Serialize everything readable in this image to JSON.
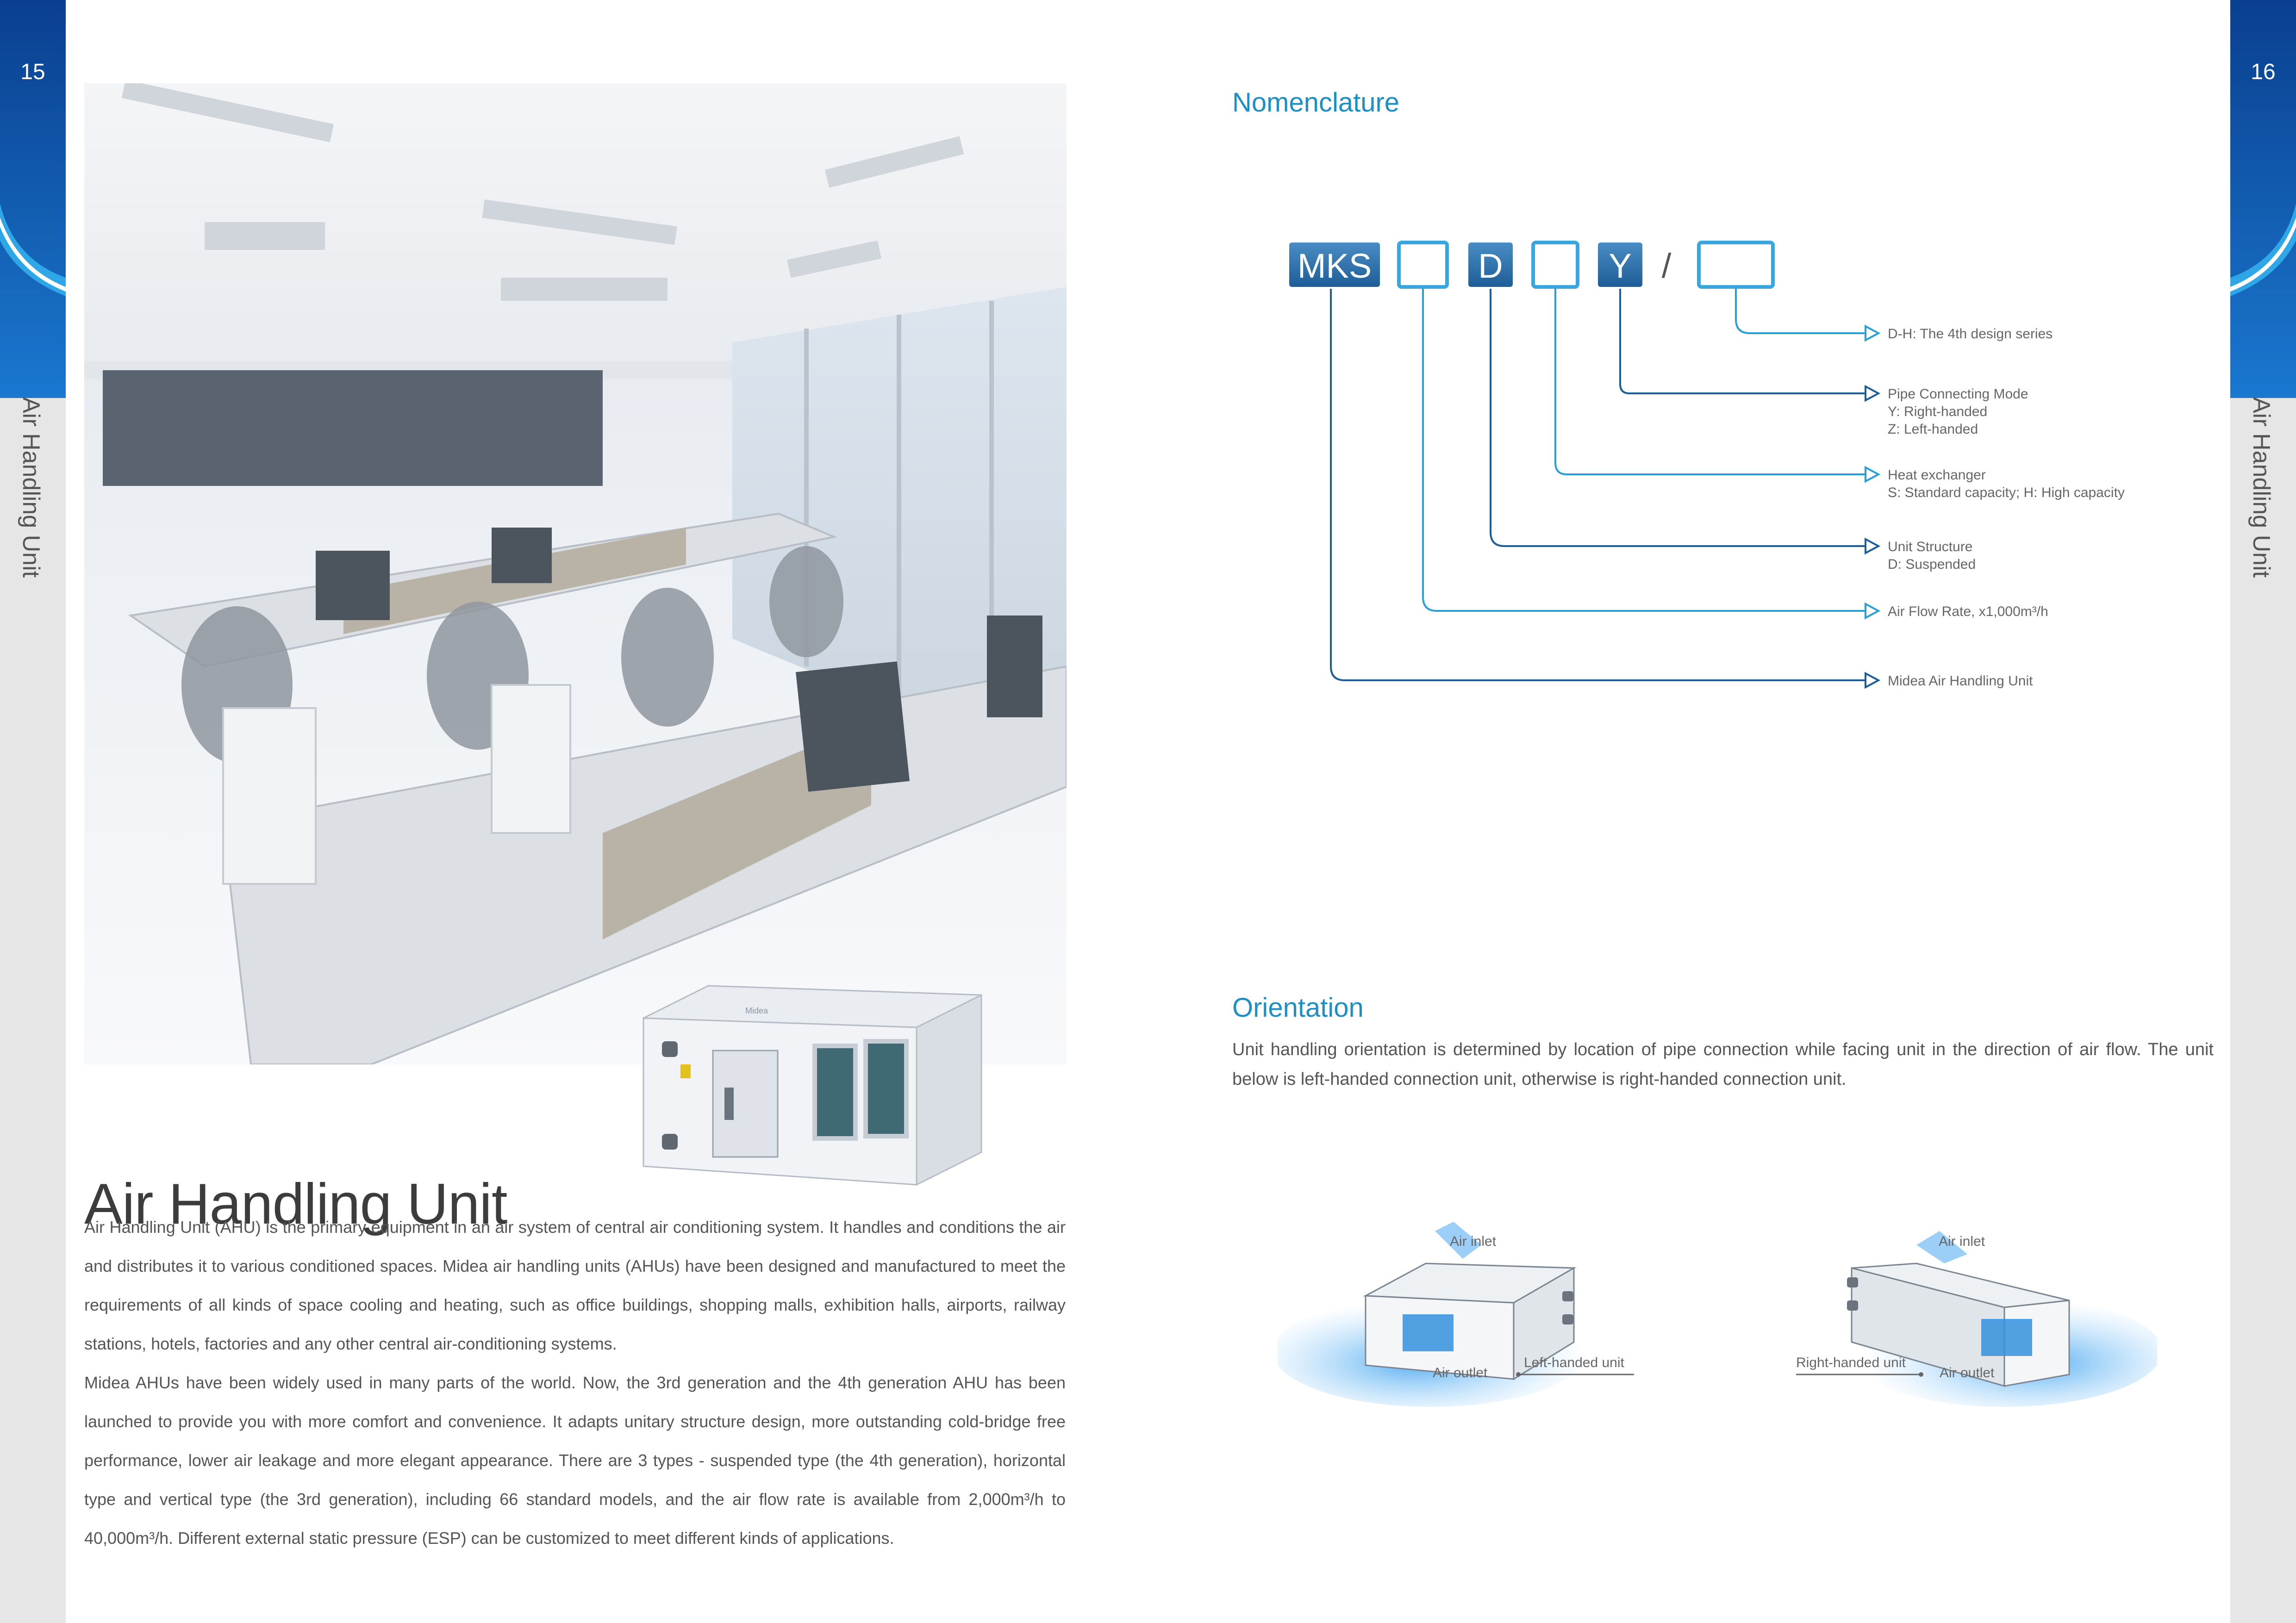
{
  "page_left": {
    "number": "15",
    "side_label": "Air Handling Unit"
  },
  "page_right": {
    "number": "16",
    "side_label": "Air Handling Unit"
  },
  "product": {
    "brand": "Midea"
  },
  "main": {
    "title": "Air Handling Unit",
    "paragraphs": [
      "Air Handling Unit (AHU) is the primary equipment in an air system of central air conditioning system. It handles and conditions the air and distributes it to various conditioned spaces. Midea air handling units (AHUs) have been designed and manufactured to meet the requirements of all kinds of space cooling and heating, such as office buildings, shopping malls, exhibition halls, airports, railway stations, hotels, factories and any other central air-conditioning systems.",
      "Midea AHUs have been widely used in many parts of the world. Now, the 3rd generation and the 4th generation AHU has been launched to provide you with more comfort and convenience. It adapts unitary structure design, more outstanding cold-bridge free performance, lower air leakage and more elegant appearance. There are 3 types - suspended type (the 4th generation), horizontal type and vertical type (the 3rd generation), including 66 standard models, and the air flow rate is available from 2,000m³/h to 40,000m³/h. Different external static pressure (ESP) can be customized to meet different kinds of applications."
    ]
  },
  "nomenclature": {
    "title": "Nomenclature",
    "codes": {
      "c1": "MKS",
      "c3": "D",
      "c5": "Y",
      "slash": "/"
    },
    "legend": [
      {
        "lines": [
          "D-H: The 4th design series"
        ]
      },
      {
        "lines": [
          "Pipe Connecting Mode",
          "Y: Right-handed",
          "Z: Left-handed"
        ]
      },
      {
        "lines": [
          "Heat exchanger",
          "S: Standard capacity; H: High capacity"
        ]
      },
      {
        "lines": [
          "Unit Structure",
          "D: Suspended"
        ]
      },
      {
        "lines": [
          "Air Flow Rate, x1,000m³/h"
        ]
      },
      {
        "lines": [
          "Midea Air Handling Unit"
        ]
      }
    ]
  },
  "orientation": {
    "title": "Orientation",
    "text": "Unit handling orientation is determined by location of pipe connection while facing unit in the direction of air flow. The unit below is left-handed connection unit, otherwise is right-handed connection unit.",
    "left_unit": {
      "inlet": "Air inlet",
      "outlet": "Air outlet",
      "label": "Left-handed unit"
    },
    "right_unit": {
      "inlet": "Air inlet",
      "outlet": "Air outlet",
      "label": "Right-handed unit"
    }
  },
  "colors": {
    "accent": "#1e8fc4",
    "brand_blue": "#0a5fae",
    "code_box": "#2e6fa6"
  }
}
